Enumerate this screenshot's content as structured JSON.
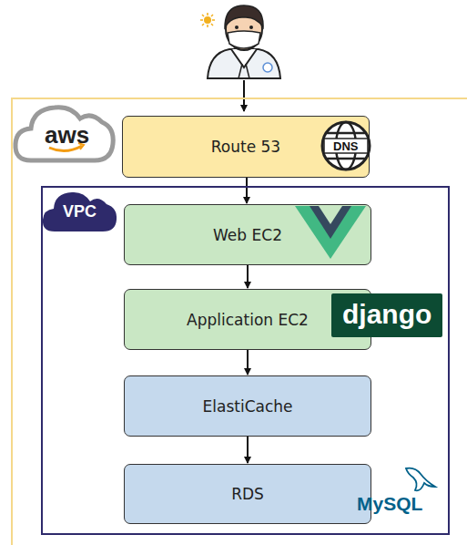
{
  "diagram": {
    "nodes": [
      {
        "text": [
          "aws"
        ]
      },
      {
        "text": [
          "Route 53"
        ],
        "in": 0
      },
      {
        "text": [
          "VPC"
        ],
        "in": 0
      },
      {
        "text": [
          "Web EC2"
        ],
        "in": 2
      },
      {
        "text": [
          "Application EC2"
        ],
        "in": 2
      },
      {
        "text": [
          "ElastiCache"
        ],
        "in": 2
      },
      {
        "text": [
          "RDS"
        ],
        "in": 2
      }
    ],
    "edges": [
      {
        "from": 1,
        "to": 3,
        "arrow": "to"
      },
      {
        "from": 3,
        "to": 4,
        "arrow": "to"
      },
      {
        "from": 4,
        "to": 5,
        "arrow": "to"
      },
      {
        "from": 5,
        "to": 6,
        "arrow": "to"
      }
    ],
    "labels": [
      "DNS",
      "django",
      "MySQL"
    ]
  }
}
